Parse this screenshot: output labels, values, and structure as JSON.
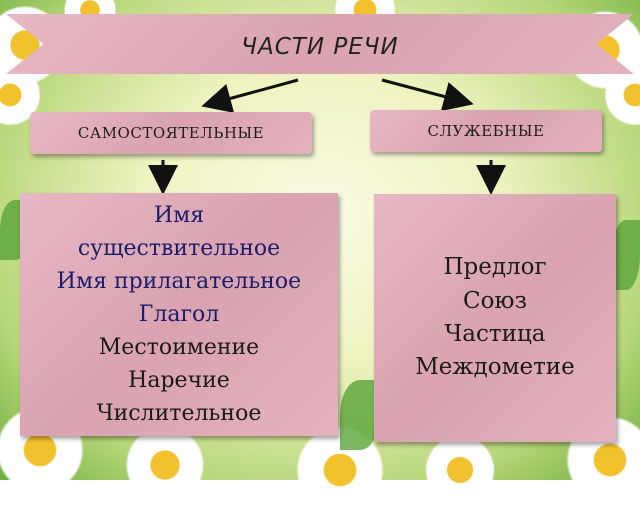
{
  "diagram": {
    "title": "ЧАСТИ  РЕЧИ",
    "left_category": "САМОСТОЯТЕЛЬНЫЕ",
    "right_category": "СЛУЖЕБНЫЕ",
    "left_items": [
      {
        "text": "Имя",
        "color": "#1c1c6a"
      },
      {
        "text": "существительное",
        "color": "#1c1c6a"
      },
      {
        "text": "Имя прилагательное",
        "color": "#1c1c6a"
      },
      {
        "text": "Глагол",
        "color": "#1c1c6a"
      },
      {
        "text": "Местоимение",
        "color": "#1a1a1a"
      },
      {
        "text": "Наречие",
        "color": "#1a1a1a"
      },
      {
        "text": "Числительное",
        "color": "#1a1a1a"
      }
    ],
    "right_items": [
      "Предлог",
      "Союз",
      "Частица",
      "Междометие"
    ]
  },
  "colors": {
    "card": "#d9a3b0",
    "background_green": "#6fae3e",
    "arrow": "#111111"
  }
}
